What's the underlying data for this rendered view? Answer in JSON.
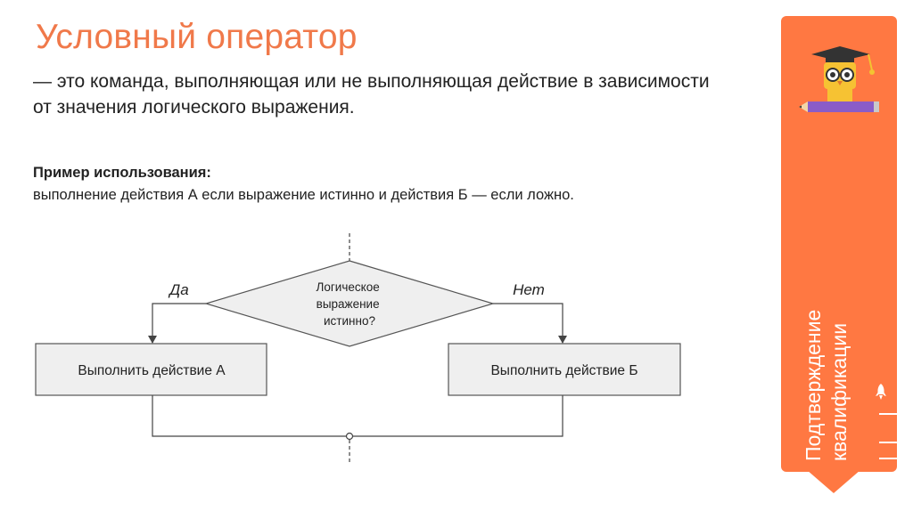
{
  "title": "Условный оператор",
  "definition": "— это команда, выполняющая или не выполняющая действие в зависимости от значения логического выражения.",
  "example": {
    "heading": "Пример использования:",
    "text": "выполнение действия А если выражение истинно и действия Б — если ложно."
  },
  "flowchart": {
    "condition_lines": [
      "Логическое",
      "выражение",
      "истинно?"
    ],
    "yes_label": "Да",
    "no_label": "Нет",
    "action_a": "Выполнить действие А",
    "action_b": "Выполнить действие Б"
  },
  "sidebar": {
    "label_lines": [
      "Подтверждение",
      "квалификации"
    ],
    "color": "#ff7842"
  },
  "colors": {
    "title": "#f0794a",
    "box_fill": "#efefef",
    "box_stroke": "#555555"
  },
  "icons": [
    "owl-mascot-icon",
    "pencil-icon",
    "rocket-icon"
  ]
}
